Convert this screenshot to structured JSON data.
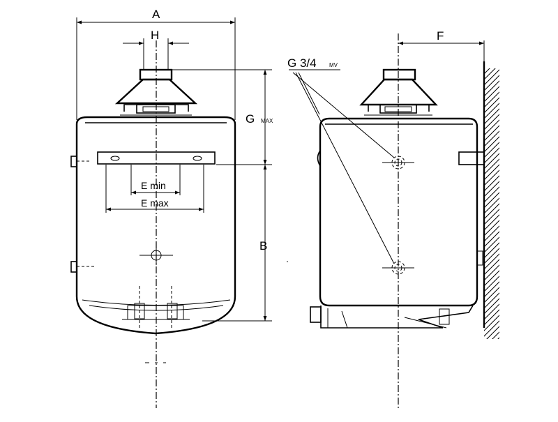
{
  "labels": {
    "A": "A",
    "H": "H",
    "G": "G",
    "G_sub": "MAX",
    "B": "B",
    "E_min": "E min",
    "E_max": "E max",
    "F": "F",
    "G34": "G 3/4",
    "G34_sub": "MV"
  },
  "colors": {
    "line": "#000000",
    "background": "#ffffff"
  }
}
